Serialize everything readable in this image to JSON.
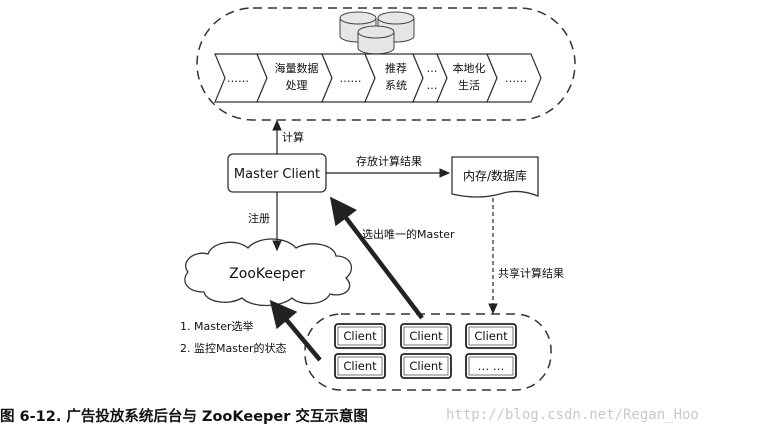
{
  "pipeline": {
    "stages": [
      "……",
      "海量数据\n处理",
      "……",
      "推荐\n系统",
      "…\n…",
      "本地化\n生活",
      "……"
    ]
  },
  "nodes": {
    "master_client": "Master  Client",
    "storage": "内存/数据库",
    "zookeeper": "ZooKeeper",
    "clients": [
      "Client",
      "Client",
      "Client",
      "Client",
      "Client",
      "… …"
    ]
  },
  "edges": {
    "compute": "计算",
    "store_results": "存放计算结果",
    "register": "注册",
    "elect_master": "选出唯一的Master",
    "share_results": "共享计算结果",
    "zk_step1": "1. Master选举",
    "zk_step2": "2. 监控Master的状态"
  },
  "caption": {
    "text": "图 6-12.  广告投放系统后台与 ZooKeeper 交互示意图",
    "watermark": "http://blog.csdn.net/Regan_Hoo"
  }
}
